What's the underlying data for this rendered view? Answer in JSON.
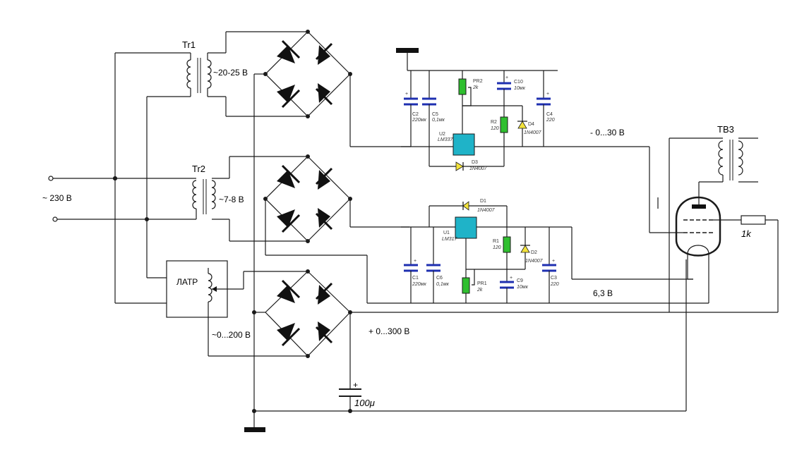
{
  "labels": {
    "tr1": "Tr1",
    "tr2": "Tr2",
    "tv3": "ТВ3",
    "latr": "ЛАТР",
    "mains": "~ 230 В",
    "tr1_out": "~20-25 В",
    "tr2_out": "~7-8 В",
    "latr_out": "~0...200 В",
    "v_neg": "- 0...30 В",
    "v_fil": "6,3 В",
    "v_pos": "+ 0...300 В",
    "cap_main": "100μ",
    "res_1k": "1k"
  },
  "upper_reg": {
    "c2": "C2",
    "c2_v": "220мк",
    "c5": "C5",
    "c5_v": "0,1мк",
    "pr2": "PR2",
    "pr2_v": "2k",
    "c10": "C10",
    "c10_v": "10мк",
    "c4": "C4",
    "c4_v": "220",
    "r2": "R2",
    "r2_v": "120",
    "d4": "D4",
    "d4_v": "1N4007",
    "u2": "U2",
    "u2_v": "LM337",
    "d3": "D3",
    "d3_v": "1N4007"
  },
  "lower_reg": {
    "d1": "D1",
    "d1_v": "1N4007",
    "u1": "U1",
    "u1_v": "LM317",
    "r1": "R1",
    "r1_v": "120",
    "d2": "D2",
    "d2_v": "1N4007",
    "c1": "C1",
    "c1_v": "220мк",
    "c6": "C6",
    "c6_v": "0,1мк",
    "pr1": "PR1",
    "pr1_v": "2k",
    "c9": "C9",
    "c9_v": "10мк",
    "c3": "C3",
    "c3_v": "220"
  }
}
